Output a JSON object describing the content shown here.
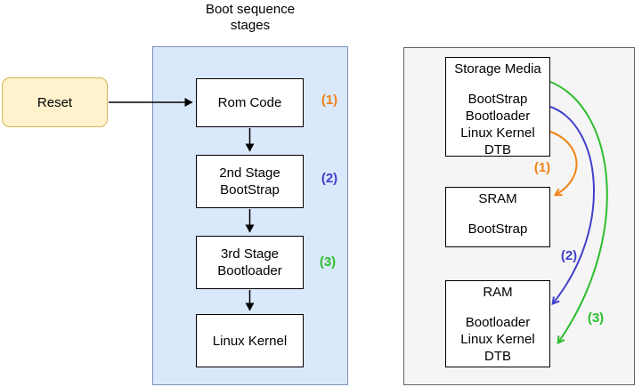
{
  "title": "Boot sequence\nstages",
  "colors": {
    "stage1_orange": "#F28214",
    "stage2_blue": "#4040CC",
    "stage3_green": "#2DBE2D",
    "left_panel_fill": "#DAE8FC",
    "left_panel_border": "#7A94B8",
    "right_panel_fill": "#F5F5F5",
    "right_panel_border": "#666666",
    "reset_fill": "#FFF2CC",
    "reset_border": "#D6B656",
    "box_border": "#000000",
    "arrow_black": "#000000"
  },
  "reset": {
    "label": "Reset"
  },
  "left_panel": {
    "boxes": [
      {
        "label": "Rom Code"
      },
      {
        "label": "2nd Stage\nBootStrap"
      },
      {
        "label": "3rd Stage\nBootloader"
      },
      {
        "label": "Linux Kernel"
      }
    ],
    "stage_labels": [
      {
        "text": "(1)"
      },
      {
        "text": "(2)"
      },
      {
        "text": "(3)"
      }
    ]
  },
  "right_panel": {
    "boxes": [
      {
        "title": "Storage Media",
        "items": [
          "BootStrap",
          "Bootloader",
          "Linux Kernel",
          "DTB"
        ]
      },
      {
        "title": "SRAM",
        "items": [
          "BootStrap"
        ]
      },
      {
        "title": "RAM",
        "items": [
          "Bootloader",
          "Linux Kernel",
          "DTB"
        ]
      }
    ],
    "stage_labels": [
      {
        "text": "(1)"
      },
      {
        "text": "(2)"
      },
      {
        "text": "(3)"
      }
    ]
  }
}
